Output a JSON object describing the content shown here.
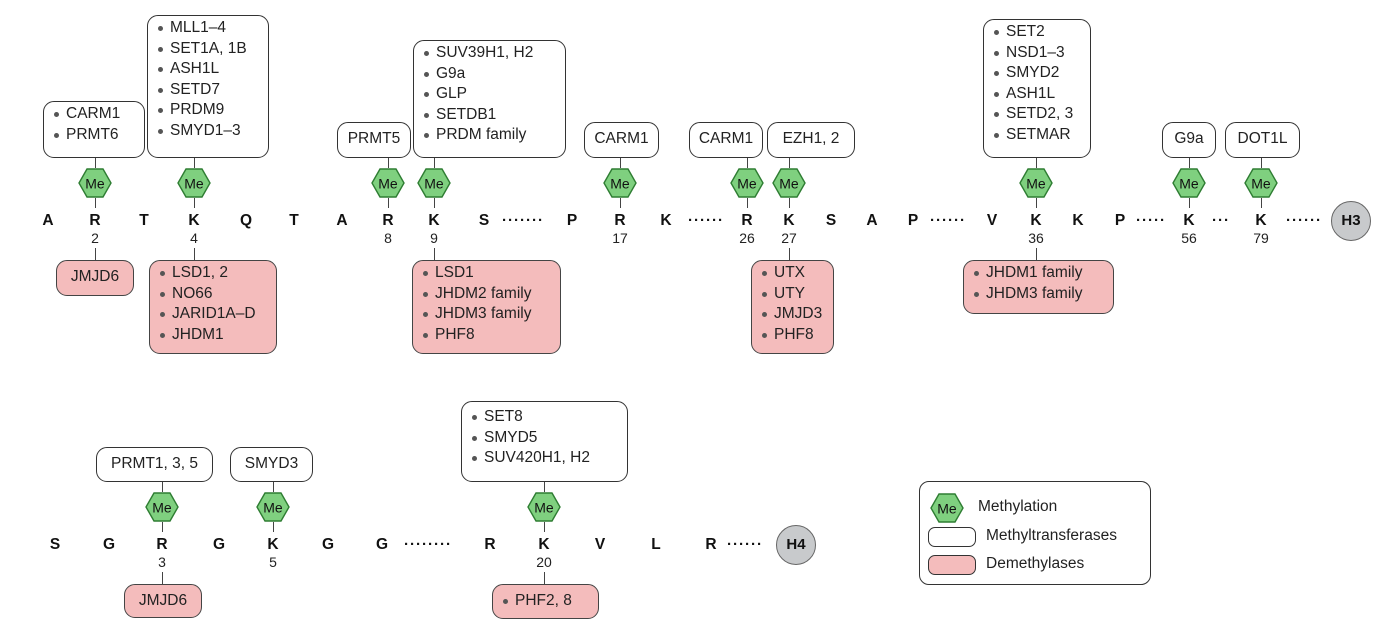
{
  "h3": {
    "label": "H3",
    "residues": [
      {
        "aa": "A"
      },
      {
        "aa": "R",
        "num": "2"
      },
      {
        "aa": "T"
      },
      {
        "aa": "K",
        "num": "4"
      },
      {
        "aa": "Q"
      },
      {
        "aa": "T"
      },
      {
        "aa": "A"
      },
      {
        "aa": "R",
        "num": "8"
      },
      {
        "aa": "K",
        "num": "9"
      },
      {
        "aa": "S"
      },
      {
        "aa": "P"
      },
      {
        "aa": "R",
        "num": "17"
      },
      {
        "aa": "K"
      },
      {
        "aa": "R",
        "num": "26"
      },
      {
        "aa": "K",
        "num": "27"
      },
      {
        "aa": "S"
      },
      {
        "aa": "A"
      },
      {
        "aa": "P"
      },
      {
        "aa": "V"
      },
      {
        "aa": "K",
        "num": "36"
      },
      {
        "aa": "K"
      },
      {
        "aa": "P"
      },
      {
        "aa": "K",
        "num": "56"
      },
      {
        "aa": "K",
        "num": "79"
      }
    ],
    "gaps": [
      "·······",
      "······",
      "······",
      "·····",
      "···",
      "······"
    ],
    "methyltransferases": [
      {
        "items": [
          "CARM1",
          "PRMT6"
        ]
      },
      {
        "items": [
          "MLL1–4",
          "SET1A, 1B",
          "ASH1L",
          "SETD7",
          "PRDM9",
          "SMYD1–3"
        ]
      },
      {
        "single": "PRMT5"
      },
      {
        "items": [
          "SUV39H1, H2",
          "G9a",
          "GLP",
          "SETDB1",
          "PRDM family"
        ]
      },
      {
        "single": "CARM1"
      },
      {
        "single": "CARM1"
      },
      {
        "single": "EZH1, 2"
      },
      {
        "items": [
          "SET2",
          "NSD1–3",
          "SMYD2",
          "ASH1L",
          "SETD2, 3",
          "SETMAR"
        ]
      },
      {
        "single": "G9a"
      },
      {
        "single": "DOT1L"
      }
    ],
    "demethylases": [
      {
        "single": "JMJD6"
      },
      {
        "items": [
          "LSD1, 2",
          "NO66",
          "JARID1A–D",
          "JHDM1"
        ]
      },
      {
        "items": [
          "LSD1",
          "JHDM2 family",
          "JHDM3 family",
          "PHF8"
        ]
      },
      {
        "items": [
          "UTX",
          "UTY",
          "JMJD3",
          "PHF8"
        ]
      },
      {
        "items": [
          "JHDM1 family",
          "JHDM3 family"
        ]
      }
    ]
  },
  "h4": {
    "label": "H4",
    "residues": [
      {
        "aa": "S"
      },
      {
        "aa": "G"
      },
      {
        "aa": "R",
        "num": "3"
      },
      {
        "aa": "G"
      },
      {
        "aa": "K",
        "num": "5"
      },
      {
        "aa": "G"
      },
      {
        "aa": "G"
      },
      {
        "aa": "R"
      },
      {
        "aa": "K",
        "num": "20"
      },
      {
        "aa": "V"
      },
      {
        "aa": "L"
      },
      {
        "aa": "R"
      }
    ],
    "gaps": [
      "········",
      "······"
    ],
    "methyltransferases": [
      {
        "single": "PRMT1, 3, 5"
      },
      {
        "single": "SMYD3"
      },
      {
        "items": [
          "SET8",
          "SMYD5",
          "SUV420H1, H2"
        ]
      }
    ],
    "demethylases": [
      {
        "single": "JMJD6"
      },
      {
        "items": [
          "PHF2, 8"
        ]
      }
    ]
  },
  "me_label": "Me",
  "legend": {
    "methylation": "Methylation",
    "methyltransferases": "Methyltransferases",
    "demethylases": "Demethylases"
  },
  "colors": {
    "methyl_green": "#7fd07f",
    "demethylase_fill": "#f4bcbc",
    "histone_circle": "#c8cacc"
  }
}
